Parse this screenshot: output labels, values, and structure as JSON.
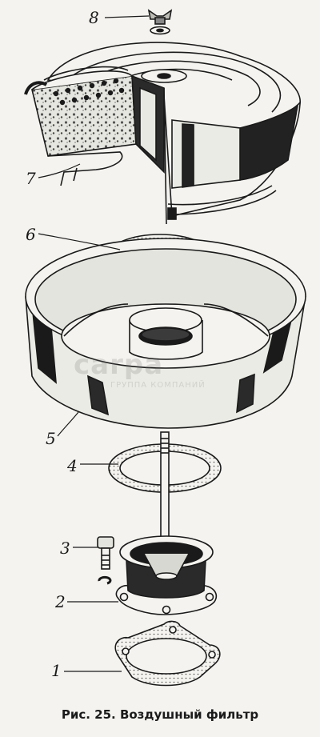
{
  "figure": {
    "caption": "Рис. 25. Воздушный фильтр",
    "callouts": [
      "1",
      "2",
      "3",
      "4",
      "5",
      "6",
      "7",
      "8"
    ],
    "watermark": {
      "logo": "carpa",
      "subtitle": "ГРУППА КОМПАНИЙ"
    },
    "colors": {
      "line": "#1a1a1a",
      "paper": "#f4f3ef",
      "metal_dark": "#222222",
      "filter_fill": "#dcdcd6"
    }
  }
}
